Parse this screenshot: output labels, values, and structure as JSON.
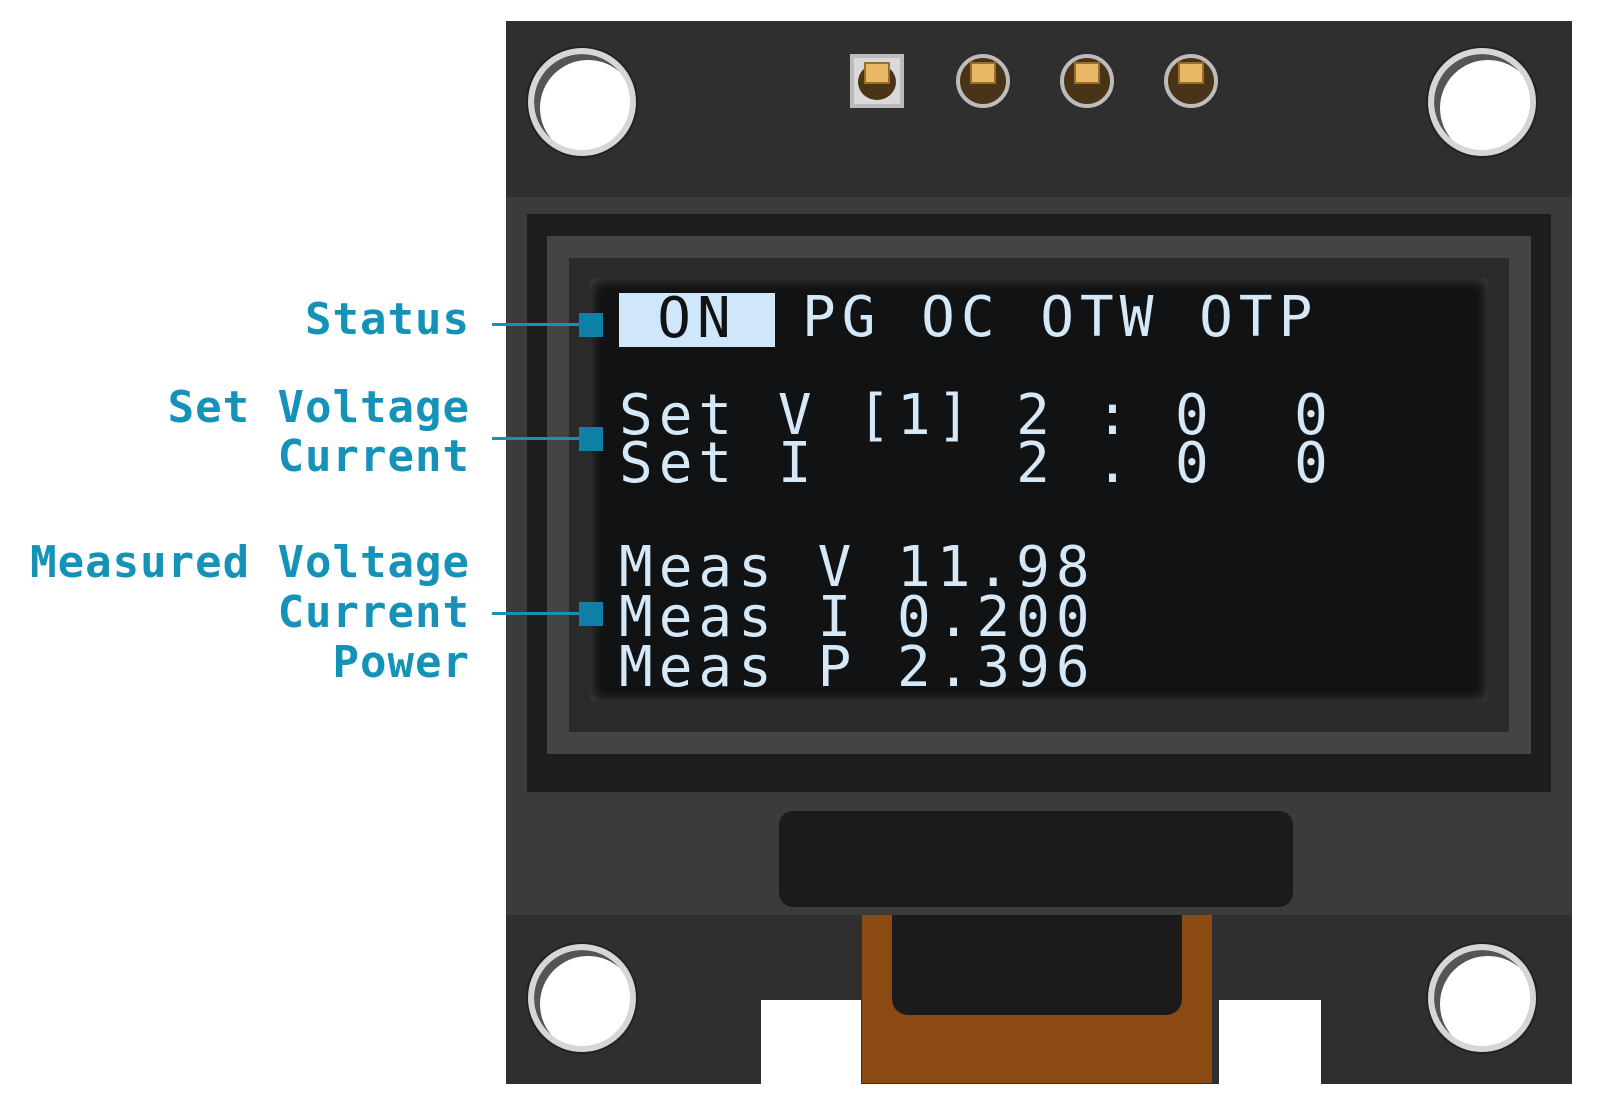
{
  "callouts": {
    "status": "Status",
    "set_line1": "Set Voltage",
    "set_line2": "Current",
    "meas_line1": "Measured Voltage",
    "meas_line2": "Current",
    "meas_line3": "Power"
  },
  "screen": {
    "status_active": "ON",
    "status_flags": "PG OC OTW OTP",
    "set_v": "Set V [1] 2 : 0  0",
    "set_i": "Set I     2 . 0  0",
    "meas_v": "Meas V 11.98",
    "meas_i": "Meas I 0.200",
    "meas_p": "Meas P 2.396"
  },
  "colors": {
    "callout": "#1592b8",
    "screen_text": "#d5e8f8",
    "board": "#2f2f2f",
    "ribbon": "#8a4a12"
  }
}
